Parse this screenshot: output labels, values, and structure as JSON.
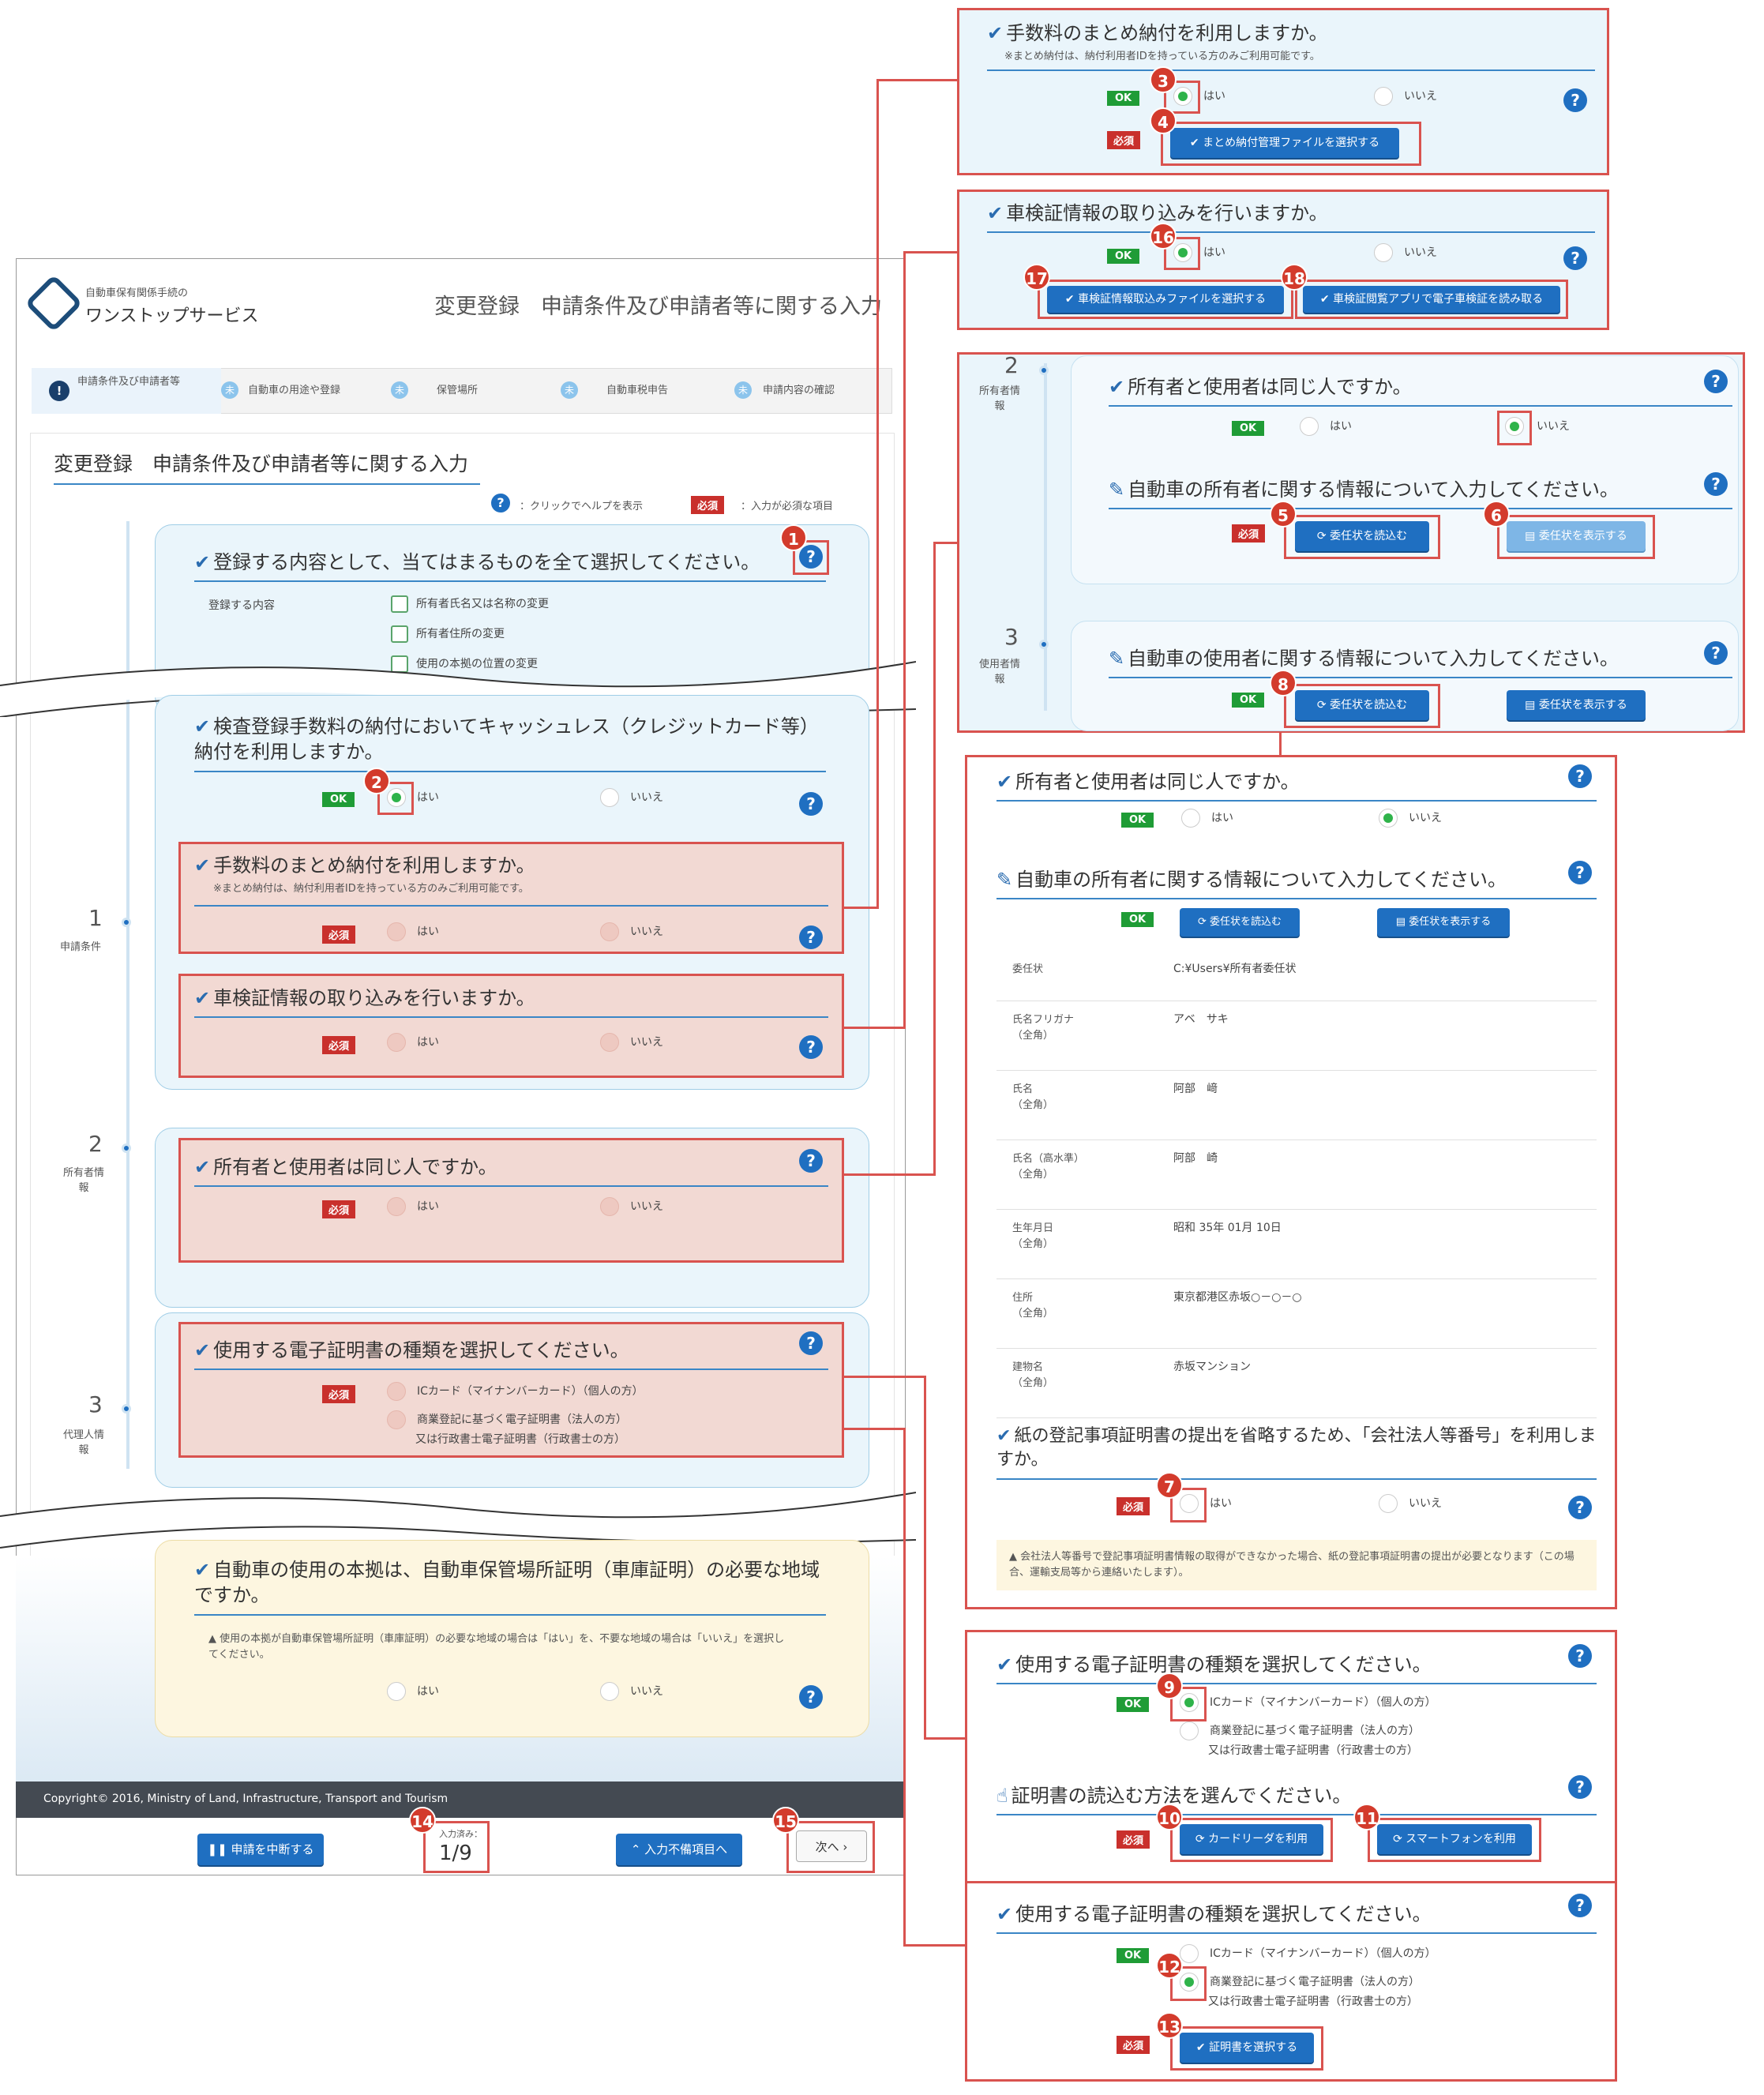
{
  "header": {
    "logo_line1": "自動車保有関係手続の",
    "logo_line2": "ワンストップサービス",
    "page_title": "変更登録　申請条件及び申請者等に関する入力"
  },
  "steps": [
    {
      "label": "申請条件及び申請者等",
      "icon": "!"
    },
    {
      "label": "自動車の用途や登録",
      "icon": "未"
    },
    {
      "label": "保管場所",
      "icon": "未"
    },
    {
      "label": "自動車税申告",
      "icon": "未"
    },
    {
      "label": "申請内容の確認",
      "icon": "未"
    }
  ],
  "section_title": "変更登録　申請条件及び申請者等に関する入力",
  "legend": {
    "help_text": "：クリックでヘルプを表示",
    "required_badge": "必須",
    "required_text": "：入力が必須な項目"
  },
  "badges": {
    "ok": "OK",
    "required": "必須",
    "help": "?"
  },
  "radio": {
    "yes": "はい",
    "no": "いいえ"
  },
  "q_register": {
    "title": "登録する内容として、当てはまるものを全て選択してください。",
    "field_label": "登録する内容",
    "options": [
      "所有者氏名又は名称の変更",
      "所有者住所の変更",
      "使用の本拠の位置の変更"
    ]
  },
  "q_cashless": "検査登録手数料の納付においてキャッシュレス（クレジットカード等）納付を利用しますか。",
  "q_bulk": {
    "title": "手数料のまとめ納付を利用しますか。",
    "note": "※まとめ納付は、納付利用者IDを持っている方のみご利用可能です。",
    "button": "まとめ納付管理ファイルを選択する"
  },
  "q_shaken": {
    "title": "車検証情報の取り込みを行いますか。",
    "button1": "車検証情報取込みファイルを選択する",
    "button2": "車検証閲覧アプリで電子車検証を読み取る"
  },
  "q_same": "所有者と使用者は同じ人ですか。",
  "q_owner_info": "自動車の所有者に関する情報について入力してください。",
  "q_user_info": "自動車の使用者に関する情報について入力してください。",
  "delegate": {
    "read": "委任状を読込む",
    "show": "委任状を表示する"
  },
  "q_cert": "使用する電子証明書の種類を選択してください。",
  "cert_options": {
    "ic": "ICカード（マイナンバーカード）（個人の方）",
    "corp_line1": "商業登記に基づく電子証明書（法人の方）",
    "corp_line2": "又は行政書士電子証明書（行政書士の方）"
  },
  "q_cert_read": "証明書の読込む方法を選んでください。",
  "cert_read": {
    "card": "カードリーダを利用",
    "phone": "スマートフォンを利用",
    "select": "証明書を選択する"
  },
  "q_location": {
    "title": "自動車の使用の本拠は、自動車保管場所証明（車庫証明）の必要な地域ですか。",
    "note": "使用の本拠が自動車保管場所証明（車庫証明）の必要な地域の場合は「はい」を、不要な地域の場合は「いいえ」を選択してください。"
  },
  "sidebar_steps": [
    {
      "num": "1",
      "label": "申請条件"
    },
    {
      "num": "2",
      "label": "所有者情報"
    },
    {
      "num": "3",
      "label": "代理人情報"
    },
    {
      "num": "3",
      "label": "使用者情報"
    }
  ],
  "owner_detail": [
    {
      "label": "委任状",
      "sub": "",
      "value": "C:¥Users¥所有者委任状"
    },
    {
      "label": "氏名フリガナ",
      "sub": "（全角）",
      "value": "アベ　サキ"
    },
    {
      "label": "氏名",
      "sub": "（全角）",
      "value": "阿部　﨑"
    },
    {
      "label": "氏名（高水準）",
      "sub": "（全角）",
      "value": "阿部　崎"
    },
    {
      "label": "生年月日",
      "sub": "（全角）",
      "value": "昭和 35年 01月 10日"
    },
    {
      "label": "住所",
      "sub": "（全角）",
      "value": "東京都港区赤坂○－○－○"
    },
    {
      "label": "建物名",
      "sub": "（全角）",
      "value": "赤坂マンション"
    }
  ],
  "q_corp_number": {
    "title": "紙の登記事項証明書の提出を省略するため、「会社法人等番号」を利用しますか。",
    "note": "会社法人等番号で登記事項証明書情報の取得ができなかった場合、紙の登記事項証明書の提出が必要となります（この場合、運輸支局等から連絡いたします）。"
  },
  "footer": {
    "copyright": "Copyright© 2016, Ministry of Land, Infrastructure, Transport and Tourism",
    "suspend": "申請を中断する",
    "progress_label": "入力済み：",
    "progress_value": "1/9",
    "to_incomplete": "入力不備項目へ",
    "next": "次へ"
  },
  "callouts": [
    "1",
    "2",
    "3",
    "4",
    "5",
    "6",
    "7",
    "8",
    "9",
    "10",
    "11",
    "12",
    "13",
    "14",
    "15",
    "16",
    "17",
    "18"
  ],
  "colors": {
    "accent": "#1f6fc1",
    "ok": "#1f9c36",
    "required": "#c9302c",
    "callout": "#d33b2c"
  }
}
